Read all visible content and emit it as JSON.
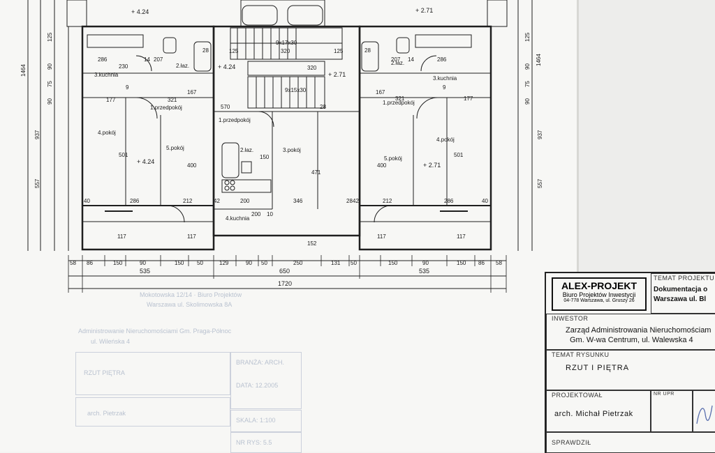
{
  "rooms": {
    "kitchen_tl": "3.kuchnia",
    "bath_tl": "2.łaz.",
    "hall_tl": "1.przedpokój",
    "room4_l": "4.pokój",
    "room5_l": "5.pokój",
    "hall_c": "1.przedpokój",
    "bath_c": "2.łaz.",
    "room3_c": "3.pokój",
    "kitchen_c": "4.kuchnia",
    "room5_r": "5.pokój",
    "room4_r": "4.pokój",
    "hall_r": "1.przedpokój",
    "bath_r": "2.łaz.",
    "kitchen_r": "3.kuchnia"
  },
  "levels": {
    "top_l": "+ 4.24",
    "top_r": "+ 2.71",
    "mid_l": "+ 4.24",
    "mid_r": "+ 2.71",
    "low_l": "+ 4.24",
    "low_r": "+ 2.71"
  },
  "stairs": {
    "upper": "9x17x30",
    "lower": "9x15x30"
  },
  "dims_internal": {
    "d286a": "286",
    "d14": "14",
    "d207a": "207",
    "d28a": "28",
    "d125a": "125",
    "d320a": "320",
    "d125b": "125",
    "d28b": "28",
    "d207b": "207",
    "d14b": "14",
    "d286b": "286",
    "d230a": "230",
    "d177a": "177",
    "d321a": "321",
    "d167a": "167",
    "d570": "570",
    "d320b": "320",
    "d167b": "167",
    "d321b": "321",
    "d177b": "177",
    "d501a": "501",
    "d400a": "400",
    "d471": "471",
    "d400b": "400",
    "d501b": "501",
    "d286c": "286",
    "d212a": "212",
    "d200a": "200",
    "d346": "346",
    "d212b": "212",
    "d286d": "286",
    "d200b": "200",
    "d10": "10",
    "d150": "150",
    "d117a": "117",
    "d117b": "117",
    "d117c": "117",
    "d117d": "117",
    "d152": "152",
    "d40a": "40",
    "d40b": "40",
    "d9a": "9",
    "d9b": "9",
    "d42a": "42",
    "d42b": "42",
    "d28c": "28",
    "d28d": "28"
  },
  "dims_left": [
    "1464",
    "125",
    "90",
    "75",
    "90",
    "937",
    "557"
  ],
  "dims_right": [
    "125",
    "90",
    "75",
    "90",
    "1464",
    "937",
    "557"
  ],
  "dims_bottom_row1": [
    "58",
    "86",
    "150",
    "90",
    "150",
    "50",
    "129",
    "90",
    "50",
    "250",
    "131",
    "50",
    "150",
    "90",
    "150",
    "86",
    "58"
  ],
  "dims_bottom_row2": [
    "535",
    "650",
    "535"
  ],
  "dims_total": "1720",
  "title_block": {
    "firm_name": "ALEX-PROJEKT",
    "firm_sub": "Biuro Projektów Inwestycji",
    "firm_addr": "04-778 Warszawa, ul. Gruszy 26",
    "temat_label": "TEMAT PROJEKTU",
    "temat_line1": "Dokumentacja o",
    "temat_line2": "Warszawa ul. Bl",
    "inwestor_label": "INWESTOR",
    "inwestor_line1": "Zarząd Administrowania Nieruchomościam",
    "inwestor_line2": "Gm. W-wa Centrum, ul. Walewska 4",
    "rysunek_label": "TEMAT RYSUNKU",
    "rysunek_value": "RZUT I PIĘTRA",
    "projektowal_label": "PROJEKTOWAŁ",
    "nr_upr_label": "NR UPR",
    "projektowal_value": "arch. Michał Pietrzak",
    "sprawdzil_label": "SPRAWDZIŁ"
  },
  "ghost": {
    "l1": "Mokotowska 12/14 · Biuro Projektów",
    "l2": "Warszawa ul. Skolimowska 8A",
    "l3": "Administrowanie Nieruchomościami Gm. Praga-Północ",
    "l4": "ul. Wileńska 4",
    "l5": "RZUT PIĘTRA",
    "l6": "BRANŻA: ARCH.",
    "l7": "DATA: 12.2005",
    "l8": "arch. Pietrzak",
    "l9": "SKALA: 1:100",
    "l10": "NR RYS: 5.5"
  }
}
